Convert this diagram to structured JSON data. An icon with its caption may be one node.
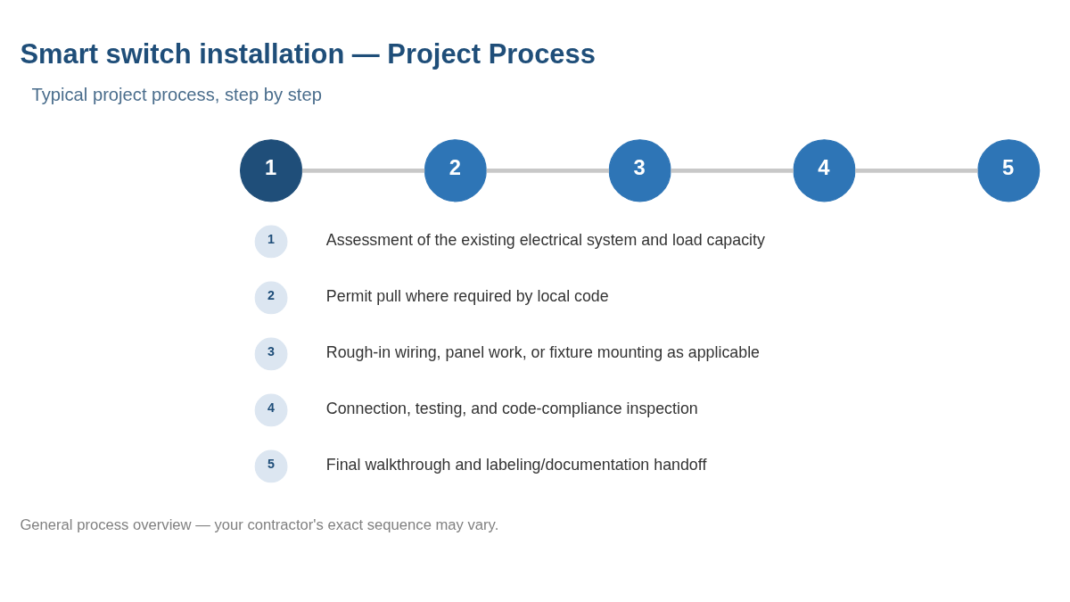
{
  "diagram": {
    "title": "Smart switch installation — Project Process",
    "caption": "General process overview — your contractor's exact sequence may vary.",
    "nodes": [
      {
        "text": [
          "1"
        ]
      },
      {
        "text": [
          "2"
        ]
      },
      {
        "text": [
          "3"
        ]
      },
      {
        "text": [
          "4"
        ]
      },
      {
        "text": [
          "5"
        ]
      },
      {
        "text": [
          "1"
        ],
        "beside": [
          "Assessment of the existing electrical system and load capacity"
        ]
      },
      {
        "text": [
          "2"
        ],
        "beside": [
          "Permit pull where required by local code"
        ]
      },
      {
        "text": [
          "3"
        ],
        "beside": [
          "Rough-in wiring, panel work, or fixture mounting as applicable"
        ]
      },
      {
        "text": [
          "4"
        ],
        "beside": [
          "Connection, testing, and code-compliance inspection"
        ]
      },
      {
        "text": [
          "5"
        ],
        "beside": [
          "Final walkthrough and labeling/documentation handoff"
        ]
      }
    ],
    "edges": [
      {
        "from": 0,
        "to": 1,
        "arrow": "none"
      },
      {
        "from": 1,
        "to": 2,
        "arrow": "none"
      },
      {
        "from": 2,
        "to": 3,
        "arrow": "none"
      },
      {
        "from": 3,
        "to": 4,
        "arrow": "none"
      }
    ],
    "labels": [
      "Typical project process, step by step"
    ]
  }
}
